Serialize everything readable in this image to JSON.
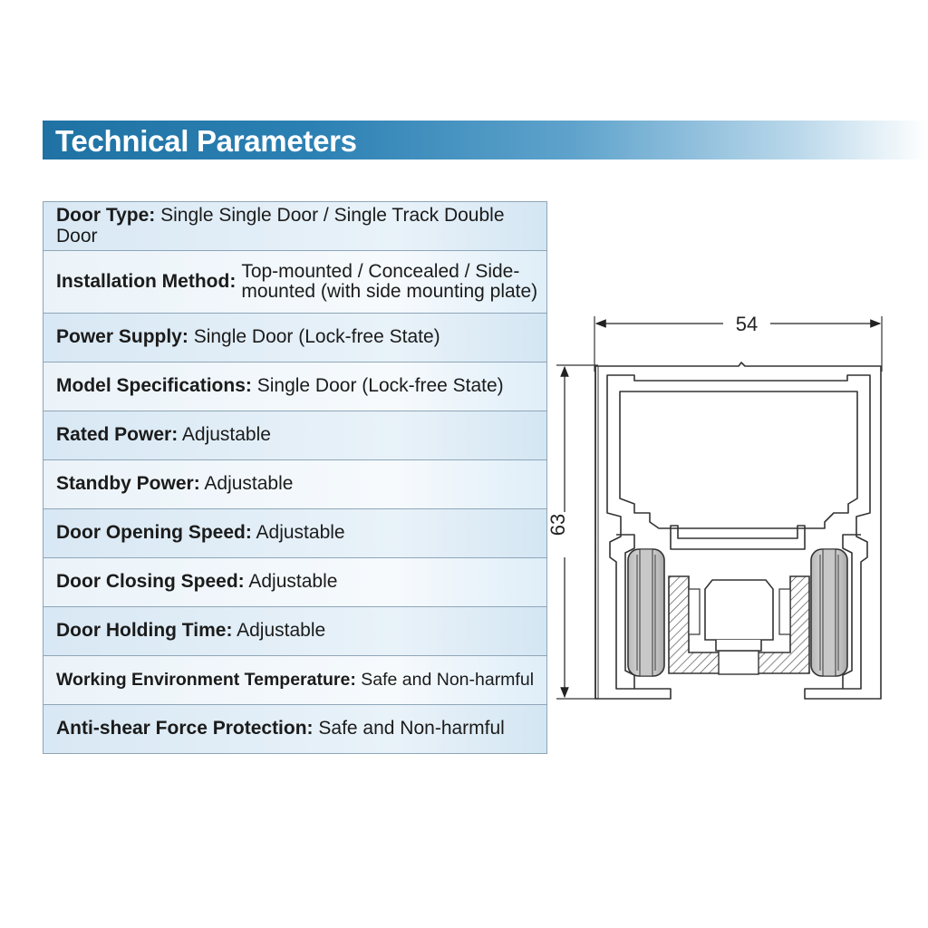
{
  "header": {
    "title": "Technical Parameters"
  },
  "params": [
    {
      "label": "Door Type:",
      "value": "Single Single Door / Single Track Double Door"
    },
    {
      "label": "Installation Method:",
      "value": "Top-mounted / Concealed / Side-mounted (with side mounting plate)"
    },
    {
      "label": "Power Supply:",
      "value": "Single Door (Lock-free State)"
    },
    {
      "label": "Model Specifications:",
      "value": "Single Door (Lock-free State)"
    },
    {
      "label": "Rated Power:",
      "value": "Adjustable"
    },
    {
      "label": "Standby Power:",
      "value": "Adjustable"
    },
    {
      "label": "Door Opening Speed:",
      "value": "Adjustable"
    },
    {
      "label": "Door Closing Speed:",
      "value": "Adjustable"
    },
    {
      "label": "Door Holding Time:",
      "value": "Adjustable"
    },
    {
      "label": "Working Environment Temperature:",
      "value": "Safe and Non-harmful"
    },
    {
      "label": "Anti-shear Force Protection:",
      "value": "Safe and Non-harmful"
    }
  ],
  "drawing": {
    "width_label": "54",
    "height_label": "63"
  },
  "colors": {
    "header_blue": "#1f72a3",
    "cell_border": "#8fa6b8",
    "cell_fill": "#d8e8f4"
  }
}
